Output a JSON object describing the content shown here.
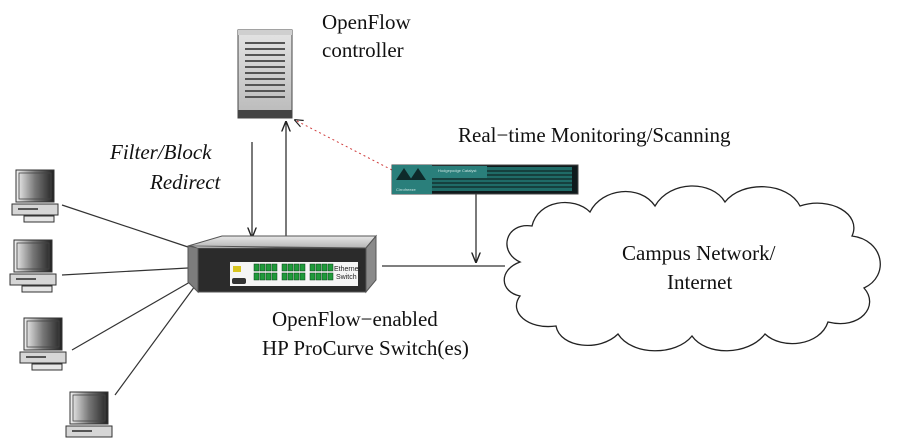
{
  "controller": {
    "label_line1": "OpenFlow",
    "label_line2": "controller"
  },
  "control_actions": {
    "line1": "Filter/Block",
    "line2": "Redirect"
  },
  "monitor": {
    "label": "Real−time Monitoring/Scanning",
    "device_text_left": "Cirrofreeze",
    "device_text_right": "Hodgepodge Catalyst"
  },
  "cloud": {
    "label_line1": "Campus Network/",
    "label_line2": "Internet"
  },
  "switch": {
    "label_line1": "OpenFlow−enabled",
    "label_line2": "HP ProCurve Switch(es)",
    "badge_line1": "Ethernet",
    "badge_line2": "Switch"
  },
  "colors": {
    "switch_port": "#1f9a3a",
    "monitor_teal": "#2a7f7b",
    "line": "#222222"
  }
}
